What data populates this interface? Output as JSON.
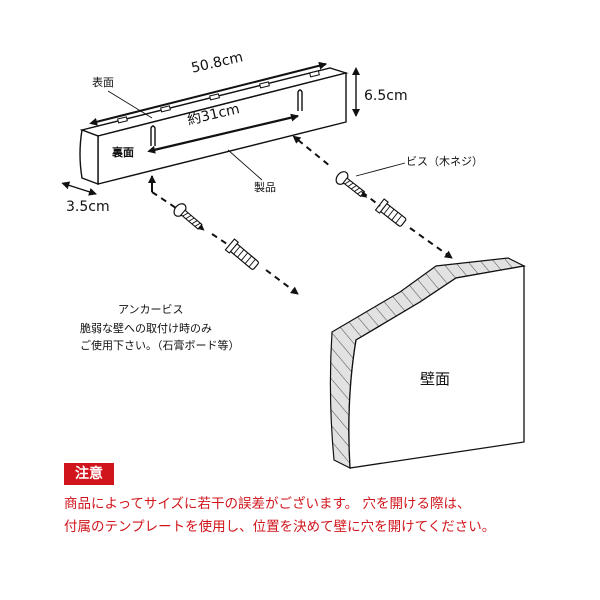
{
  "labels": {
    "length": "50.8cm",
    "height": "6.5cm",
    "depth": "3.5cm",
    "hook_spacing": "約31cm",
    "front": "表面",
    "back": "裏面",
    "product": "製品",
    "wood_screw": "ビス（木ネジ）",
    "anchor_screw": "アンカービス",
    "anchor_note_1": "脆弱な壁への取付け時のみ",
    "anchor_note_2": "ご使用下さい。（石膏ボード等）",
    "wall": "壁面"
  },
  "notice": {
    "title": "注意",
    "line_1": "商品によってサイズに若干の誤差がございます。 穴を開ける際は、",
    "line_2": "付属のテンプレートを使用し、位置を決めて壁に穴を開けてください。"
  },
  "colors": {
    "line": "#111111",
    "notice": "#d0161c",
    "background": "#ffffff"
  }
}
